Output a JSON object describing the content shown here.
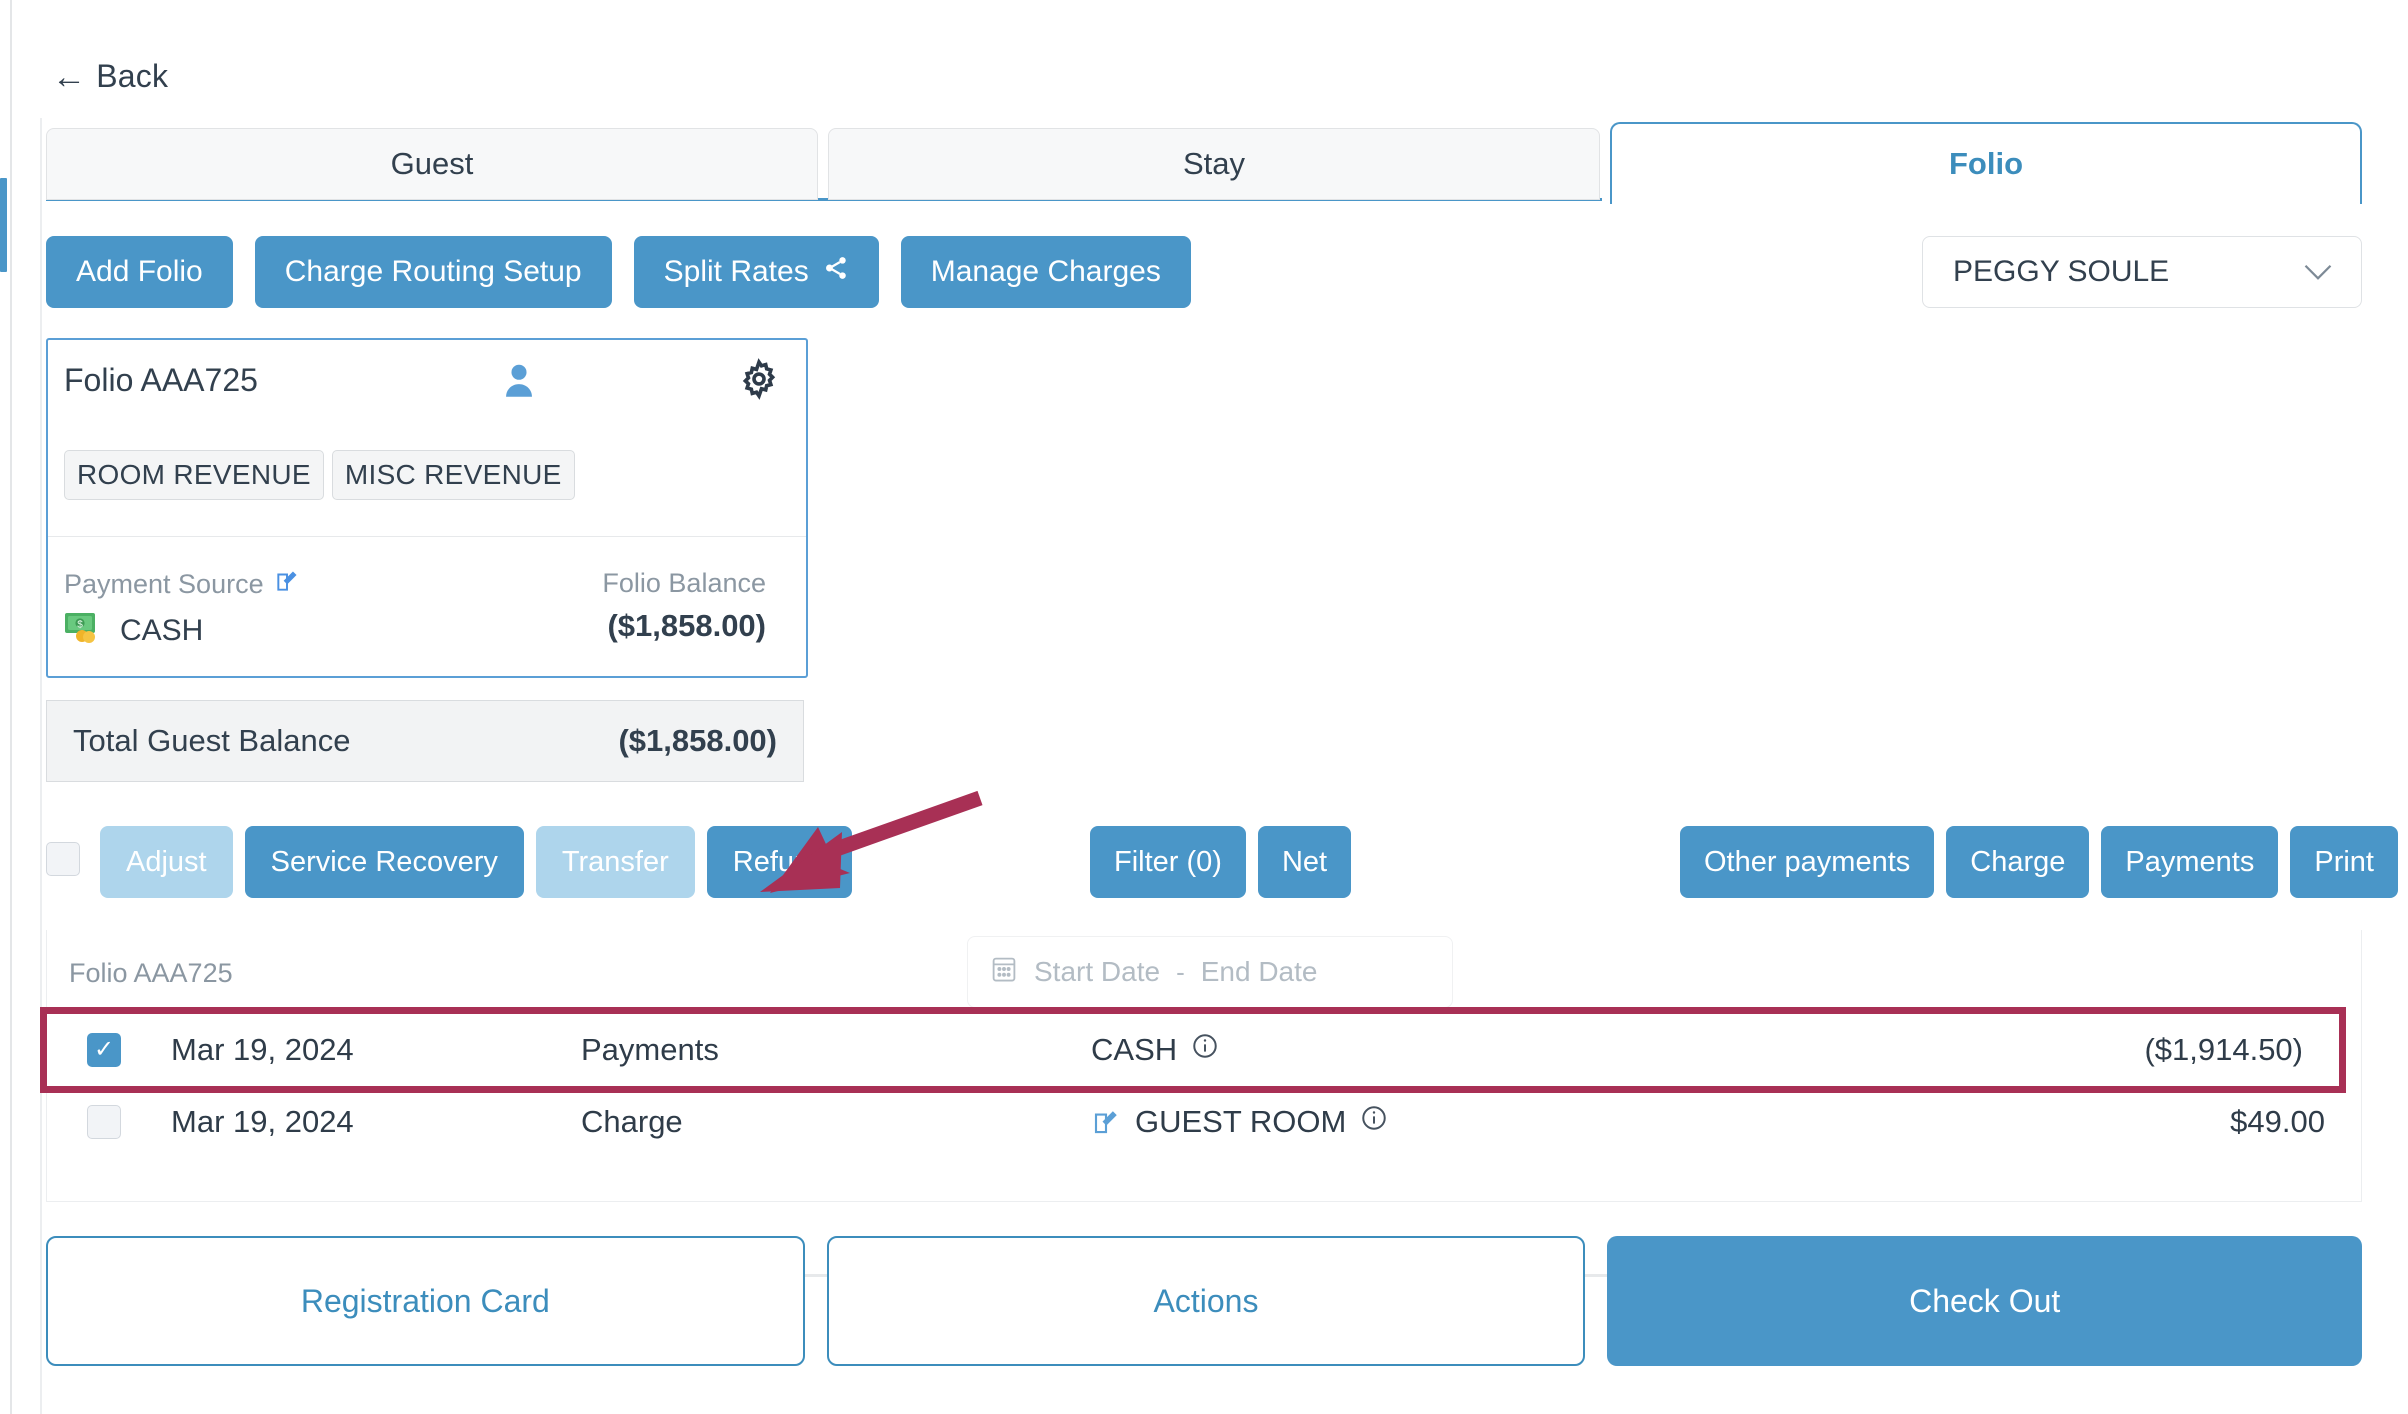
{
  "nav": {
    "back_label": "Back",
    "back_icon": "arrow-left-icon"
  },
  "tabs": [
    {
      "label": "Guest",
      "active": false
    },
    {
      "label": "Stay",
      "active": false
    },
    {
      "label": "Folio",
      "active": true
    }
  ],
  "top_actions": [
    {
      "label": "Add Folio"
    },
    {
      "label": "Charge Routing Setup"
    },
    {
      "label": "Split Rates",
      "icon": "share-icon"
    },
    {
      "label": "Manage Charges"
    }
  ],
  "guest_select": {
    "value": "PEGGY SOULE",
    "icon": "chevron-down-icon"
  },
  "folio_card": {
    "title": "Folio AAA725",
    "person_icon": "person-icon",
    "gear_icon": "gear-icon",
    "chips": [
      "ROOM REVENUE",
      "MISC REVENUE"
    ],
    "payment_source_label": "Payment Source",
    "payment_source_edit_icon": "edit-icon",
    "payment_source_icon": "cash-icon",
    "payment_source_value": "CASH",
    "folio_balance_label": "Folio Balance",
    "folio_balance_value": "($1,858.00)"
  },
  "total_balance": {
    "label": "Total Guest Balance",
    "value": "($1,858.00)"
  },
  "toolbar": {
    "select_all_checked": false,
    "left": [
      {
        "label": "Adjust",
        "disabled": true
      },
      {
        "label": "Service Recovery",
        "disabled": false
      },
      {
        "label": "Transfer",
        "disabled": true
      },
      {
        "label": "Refund",
        "disabled": false
      }
    ],
    "middle": [
      {
        "label": "Filter (0)",
        "disabled": false
      },
      {
        "label": "Net",
        "disabled": false
      }
    ],
    "right": [
      {
        "label": "Other payments",
        "disabled": false
      },
      {
        "label": "Charge",
        "disabled": false
      },
      {
        "label": "Payments",
        "disabled": false
      },
      {
        "label": "Print",
        "disabled": false
      }
    ]
  },
  "table": {
    "folio_label": "Folio AAA725",
    "date_filter": {
      "calendar_icon": "calendar-icon",
      "start_placeholder": "Start Date",
      "separator": "-",
      "end_placeholder": "End Date"
    },
    "rows": [
      {
        "checked": true,
        "highlighted": true,
        "date": "Mar 19, 2024",
        "type": "Payments",
        "source": "CASH",
        "source_info_icon": "info-icon",
        "has_edit_icon": false,
        "amount": "($1,914.50)"
      },
      {
        "checked": false,
        "highlighted": false,
        "date": "Mar 19, 2024",
        "type": "Charge",
        "source": "GUEST ROOM",
        "source_info_icon": "info-icon",
        "has_edit_icon": true,
        "edit_icon": "edit-icon",
        "amount": "$49.00"
      }
    ]
  },
  "footer": [
    {
      "label": "Registration Card",
      "style": "ghost"
    },
    {
      "label": "Actions",
      "style": "ghost"
    },
    {
      "label": "Check Out",
      "style": "solid"
    }
  ],
  "annotation": {
    "type": "arrow",
    "color": "#a83055",
    "points_to": "Refund"
  },
  "colors": {
    "accent_blue": "#4a96c8",
    "link_blue": "#3c8dbc",
    "disabled_blue": "#aed5ec",
    "highlight_maroon": "#a83055",
    "text_dark": "#32404e",
    "muted_gray": "#8b97a2"
  }
}
